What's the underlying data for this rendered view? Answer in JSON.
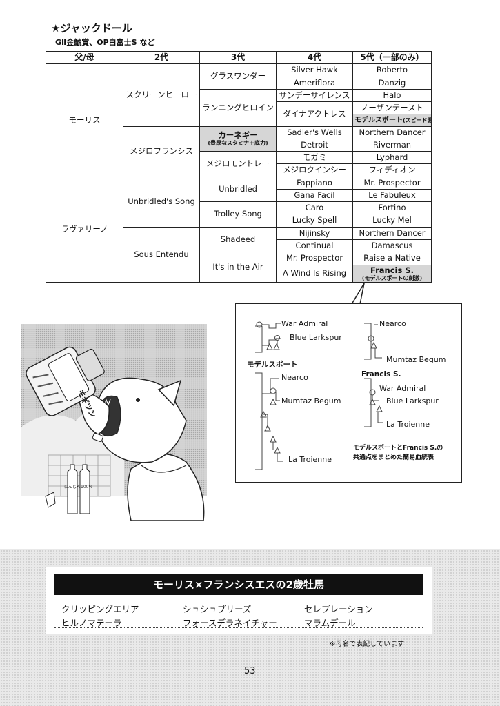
{
  "title": "★ジャックドール",
  "subtitle": "GⅡ金鯱賞、OP白富士S など",
  "table": {
    "headers": [
      "父/母",
      "2代",
      "3代",
      "4代",
      "5代（一部のみ）"
    ],
    "g1": [
      "モーリス",
      "ラヴァリーノ"
    ],
    "g2": [
      "スクリーンヒーロー",
      "メジロフランシス",
      "Unbridled's Song",
      "Sous Entendu"
    ],
    "g3": [
      "グラスワンダー",
      "ランニングヒロイン",
      "カーネギー",
      "メジロモントレー",
      "Unbridled",
      "Trolley Song",
      "Shadeed",
      "It's in the Air"
    ],
    "g3_note": "(豊厚なスタミナ＋底力)",
    "g4": [
      "Silver Hawk",
      "Ameriflora",
      "サンデーサイレンス",
      "ダイナアクトレス",
      "Sadler's Wells",
      "Detroit",
      "モガミ",
      "メジロクインシー",
      "Fappiano",
      "Gana Facil",
      "Caro",
      "Lucky Spell",
      "Nijinsky",
      "Continual",
      "Mr. Prospector",
      "A Wind Is Rising"
    ],
    "g5": [
      "Roberto",
      "Danzig",
      "Halo",
      "ノーザンテースト",
      "モデルスポート",
      "Northern Dancer",
      "Riverman",
      "Lyphard",
      "フィディオン",
      "Mr. Prospector",
      "Le Fabuleux",
      "Fortino",
      "Lucky Mel",
      "Northern Dancer",
      "Damascus",
      "Raise a Native",
      "Francis S."
    ],
    "g5_note_model": "(スピード源)",
    "g5_note_francis": "(モデルスポートの刺激)"
  },
  "callout": {
    "left_top": [
      "War Admiral",
      "Blue Larkspur"
    ],
    "left_label": "モデルスポート",
    "left_bottom": [
      "Nearco",
      "Mumtaz Begum",
      "La Troienne"
    ],
    "right_top": [
      "Nearco",
      "Mumtaz Begum"
    ],
    "right_label": "Francis S.",
    "right_bottom": [
      "War Admiral",
      "Blue Larkspur",
      "La Troienne"
    ],
    "caption_line1": "モデルスポートとFrancis S.の",
    "caption_line2": "共通点をまとめた簡易血統表"
  },
  "illustration": {
    "bottle_label": "モギツン",
    "small_bottles": "にんじん100%"
  },
  "box": {
    "heading": "モーリス×フランシスエスの2歳牡馬",
    "horses": [
      "クリッピングエリア",
      "シュシュブリーズ",
      "セレブレーション",
      "ヒルノマテーラ",
      "フォースデラネイチャー",
      "マラムデール"
    ]
  },
  "note": "※母名で表記しています",
  "page_number": "53"
}
